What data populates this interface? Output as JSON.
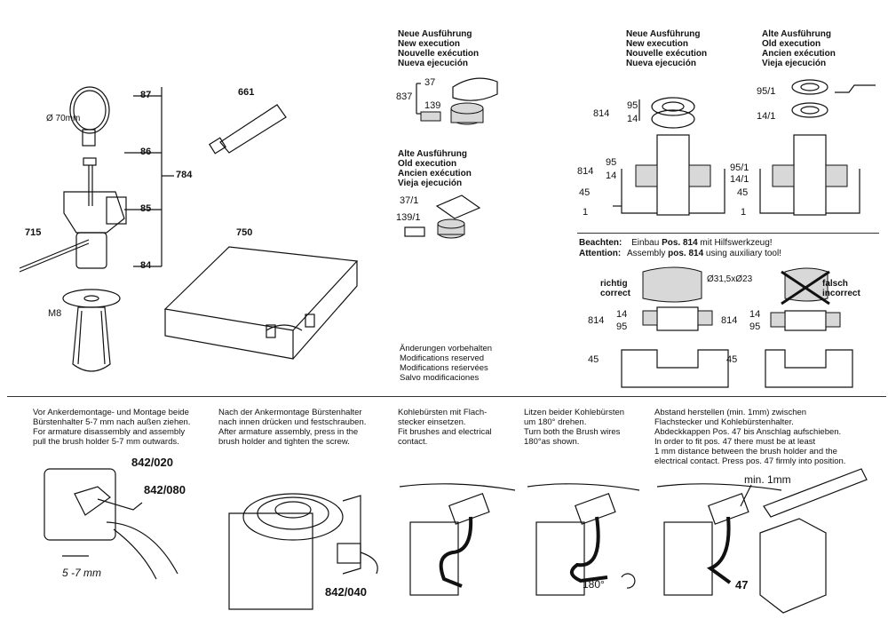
{
  "top_left": {
    "labels": [
      "87",
      "86",
      "85",
      "84",
      "784",
      "661",
      "750",
      "715",
      "M8"
    ],
    "diameter": "Ø 70mm"
  },
  "neue_block_1": {
    "title": [
      "Neue Ausführung",
      "New execution",
      "Nouvelle exécution",
      "Nueva ejecución"
    ],
    "parts": [
      "837",
      "37",
      "139"
    ]
  },
  "alte_block_1": {
    "title": [
      "Alte Ausführung",
      "Old execution",
      "Ancien exécution",
      "Vieja ejecución"
    ],
    "parts": [
      "37/1",
      "139/1"
    ]
  },
  "modifications": [
    "Änderungen vorbehalten",
    "Modifications reserved",
    "Modifications reśervées",
    "Salvo modificaciones"
  ],
  "neue_block_2": {
    "title": [
      "Neue Ausführung",
      "New execution",
      "Nouvelle exécution",
      "Nueva ejecución"
    ],
    "parts": [
      "814",
      "95",
      "14",
      "814",
      "95",
      "14",
      "45",
      "1"
    ]
  },
  "alte_block_2": {
    "title": [
      "Alte Ausführung",
      "Old execution",
      "Ancien exécution",
      "Vieja ejecución"
    ],
    "parts": [
      "95/1",
      "14/1",
      "95/1",
      "14/1",
      "45",
      "1"
    ]
  },
  "assembly": {
    "de_label": "Beachten:",
    "de_text": "Einbau ",
    "de_pos": "Pos. 814",
    "de_rest": " mit Hilfswerkzeug!",
    "en_label": "Attention:",
    "en_text": "Assembly ",
    "en_pos": "pos. 814",
    "en_rest": " using auxiliary tool!",
    "correct": [
      "richtig",
      "correct"
    ],
    "incorrect": [
      "falsch",
      "incorrect"
    ],
    "dims": "Ø31,5xØ23",
    "parts_left": [
      "814",
      "14",
      "95",
      "45"
    ],
    "parts_right": [
      "814",
      "14",
      "95",
      "45"
    ]
  },
  "steps": [
    {
      "text": [
        "Vor Ankerdemontage- und Montage beide",
        "Bürstenhalter 5-7 mm nach außen ziehen.",
        "For armature disassembly and assembly",
        "pull the brush holder 5-7 mm outwards."
      ],
      "parts": [
        "842/020",
        "842/080"
      ],
      "dim": "5 -7 mm"
    },
    {
      "text": [
        "Nach der Ankermontage Bürstenhalter",
        "nach innen drücken und festschrauben.",
        "After armature assembly, press in the",
        "brush holder and tighten the screw."
      ],
      "parts": [
        "842/040"
      ]
    },
    {
      "text": [
        "Kohlebürsten mit Flach-",
        "stecker einsetzen.",
        "Fit brushes and electrical",
        "contact."
      ]
    },
    {
      "text": [
        "Litzen beider Kohlebürsten",
        "um 180° drehen.",
        "Turn both the Brush wires",
        "180°as shown."
      ],
      "angle": "180°"
    },
    {
      "text": [
        "Abstand herstellen (min. 1mm) zwischen",
        "Flachstecker und Kohlebürstenhalter.",
        "Abdeckkappen Pos. 47 bis Anschlag aufschieben.",
        "In order to fit pos. 47 there must be at least",
        "1 mm distance between the brush holder and the",
        "electrical contact. Press pos. 47 firmly into position."
      ],
      "parts": [
        "47"
      ],
      "dim": "min. 1mm"
    }
  ]
}
